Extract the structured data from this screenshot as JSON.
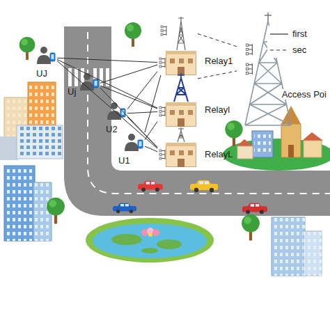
{
  "diagram": {
    "nodes": [
      {
        "text": [
          "UJ"
        ]
      },
      {
        "text": [
          "Uj"
        ]
      },
      {
        "text": [
          "U2"
        ]
      },
      {
        "text": [
          "U1"
        ]
      },
      {
        "text": [
          "Relay1"
        ]
      },
      {
        "text": [
          "Relayl"
        ]
      },
      {
        "text": [
          "RelayL"
        ]
      },
      {
        "text": [
          "Access Poi"
        ]
      }
    ],
    "edges": [
      {
        "from": 0,
        "to": 4,
        "arrow": "none"
      },
      {
        "from": 0,
        "to": 5,
        "arrow": "none"
      },
      {
        "from": 0,
        "to": 6,
        "arrow": "none"
      },
      {
        "from": 1,
        "to": 4,
        "arrow": "none"
      },
      {
        "from": 1,
        "to": 5,
        "arrow": "none"
      },
      {
        "from": 1,
        "to": 6,
        "arrow": "none"
      },
      {
        "from": 2,
        "to": 4,
        "arrow": "none"
      },
      {
        "from": 2,
        "to": 5,
        "arrow": "none"
      },
      {
        "from": 2,
        "to": 6,
        "arrow": "none"
      },
      {
        "from": 3,
        "to": 4,
        "arrow": "none"
      },
      {
        "from": 3,
        "to": 5,
        "arrow": "none"
      },
      {
        "from": 3,
        "to": 6,
        "arrow": "none"
      },
      {
        "from": 4,
        "to": 7,
        "arrow": "none"
      },
      {
        "from": 5,
        "to": 7,
        "arrow": "none"
      }
    ],
    "legend": [
      {
        "text": "first"
      },
      {
        "text": "sec"
      }
    ]
  }
}
